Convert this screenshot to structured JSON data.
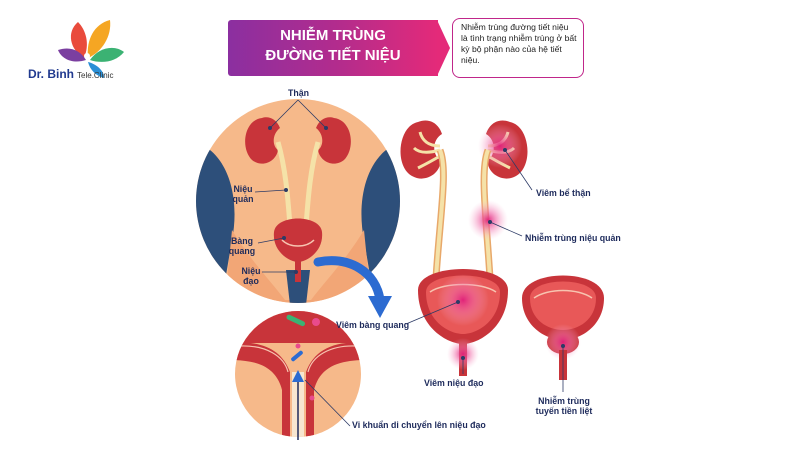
{
  "logo": {
    "brand": "Dr. Binh",
    "suffix": "Tele.Clinic"
  },
  "banner": {
    "title_line1": "NHIỄM TRÙNG",
    "title_line2": "ĐƯỜNG TIẾT NIỆU"
  },
  "callout": {
    "text": "Nhiễm trùng đường tiết niệu là tình trạng nhiễm trùng ở bất kỳ bộ phận nào của hệ tiết niệu."
  },
  "anatomy_labels": {
    "kidney": "Thận",
    "ureter_line1": "Niệu",
    "ureter_line2": "quản",
    "bladder_line1": "Bàng",
    "bladder_line2": "quang",
    "urethra_line1": "Niệu",
    "urethra_line2": "đạo"
  },
  "infection_labels": {
    "pyelonephritis": "Viêm bể thận",
    "ureter_infection": "Nhiễm trùng niệu quản",
    "cystitis": "Viêm bàng quang",
    "urethritis": "Viêm niệu đạo",
    "prostate_line1": "Nhiễm trùng",
    "prostate_line2": "tuyến tiền liệt",
    "bacteria": "Vi khuẩn di chuyển lên niệu đạo"
  },
  "colors": {
    "banner_start": "#8b2fa0",
    "banner_end": "#e42a79",
    "skin": "#f6b98a",
    "organ": "#c8343a",
    "inflammation": "#f06aa8",
    "body_dark": "#2d4f7a",
    "arrow": "#2c6bd1",
    "label_text": "#1d2a5b"
  }
}
